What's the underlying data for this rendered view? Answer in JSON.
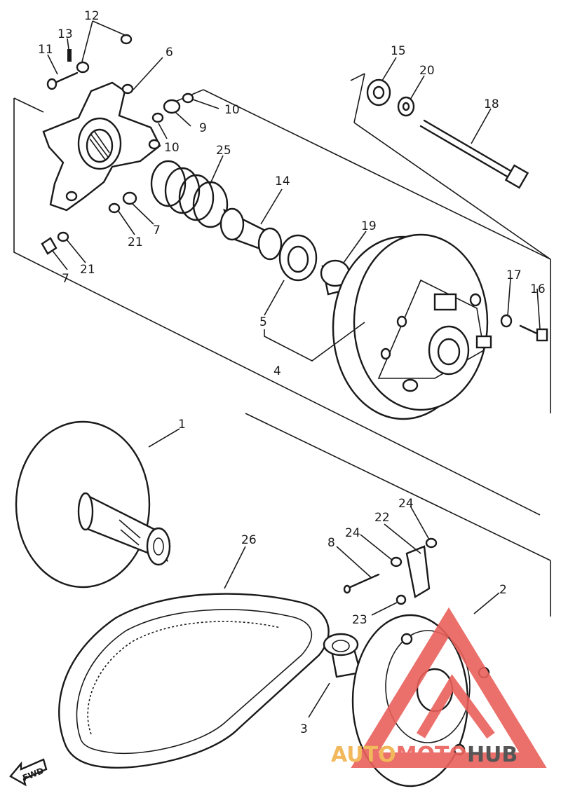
{
  "labels": {
    "l1": "1",
    "l2": "2",
    "l3": "3",
    "l4": "4",
    "l5": "5",
    "l6": "6",
    "l7a": "7",
    "l7b": "7",
    "l8": "8",
    "l9": "9",
    "l10a": "10",
    "l10b": "10",
    "l11": "11",
    "l12": "12",
    "l13": "13",
    "l14": "14",
    "l15": "15",
    "l16": "16",
    "l17": "17",
    "l18": "18",
    "l19": "19",
    "l20": "20",
    "l21a": "21",
    "l21b": "21",
    "l22": "22",
    "l23": "23",
    "l24a": "24",
    "l24b": "24",
    "l25": "25",
    "l26": "26"
  },
  "fwd_label": "FWD",
  "watermark": {
    "part1": "AUTO",
    "part2": "MOTO",
    "part3": "HUB"
  },
  "colors": {
    "line": "#1a1a1a",
    "watermark_red": "#e9605a",
    "watermark_orange": "#f0b24a",
    "watermark_gray": "#444444"
  }
}
